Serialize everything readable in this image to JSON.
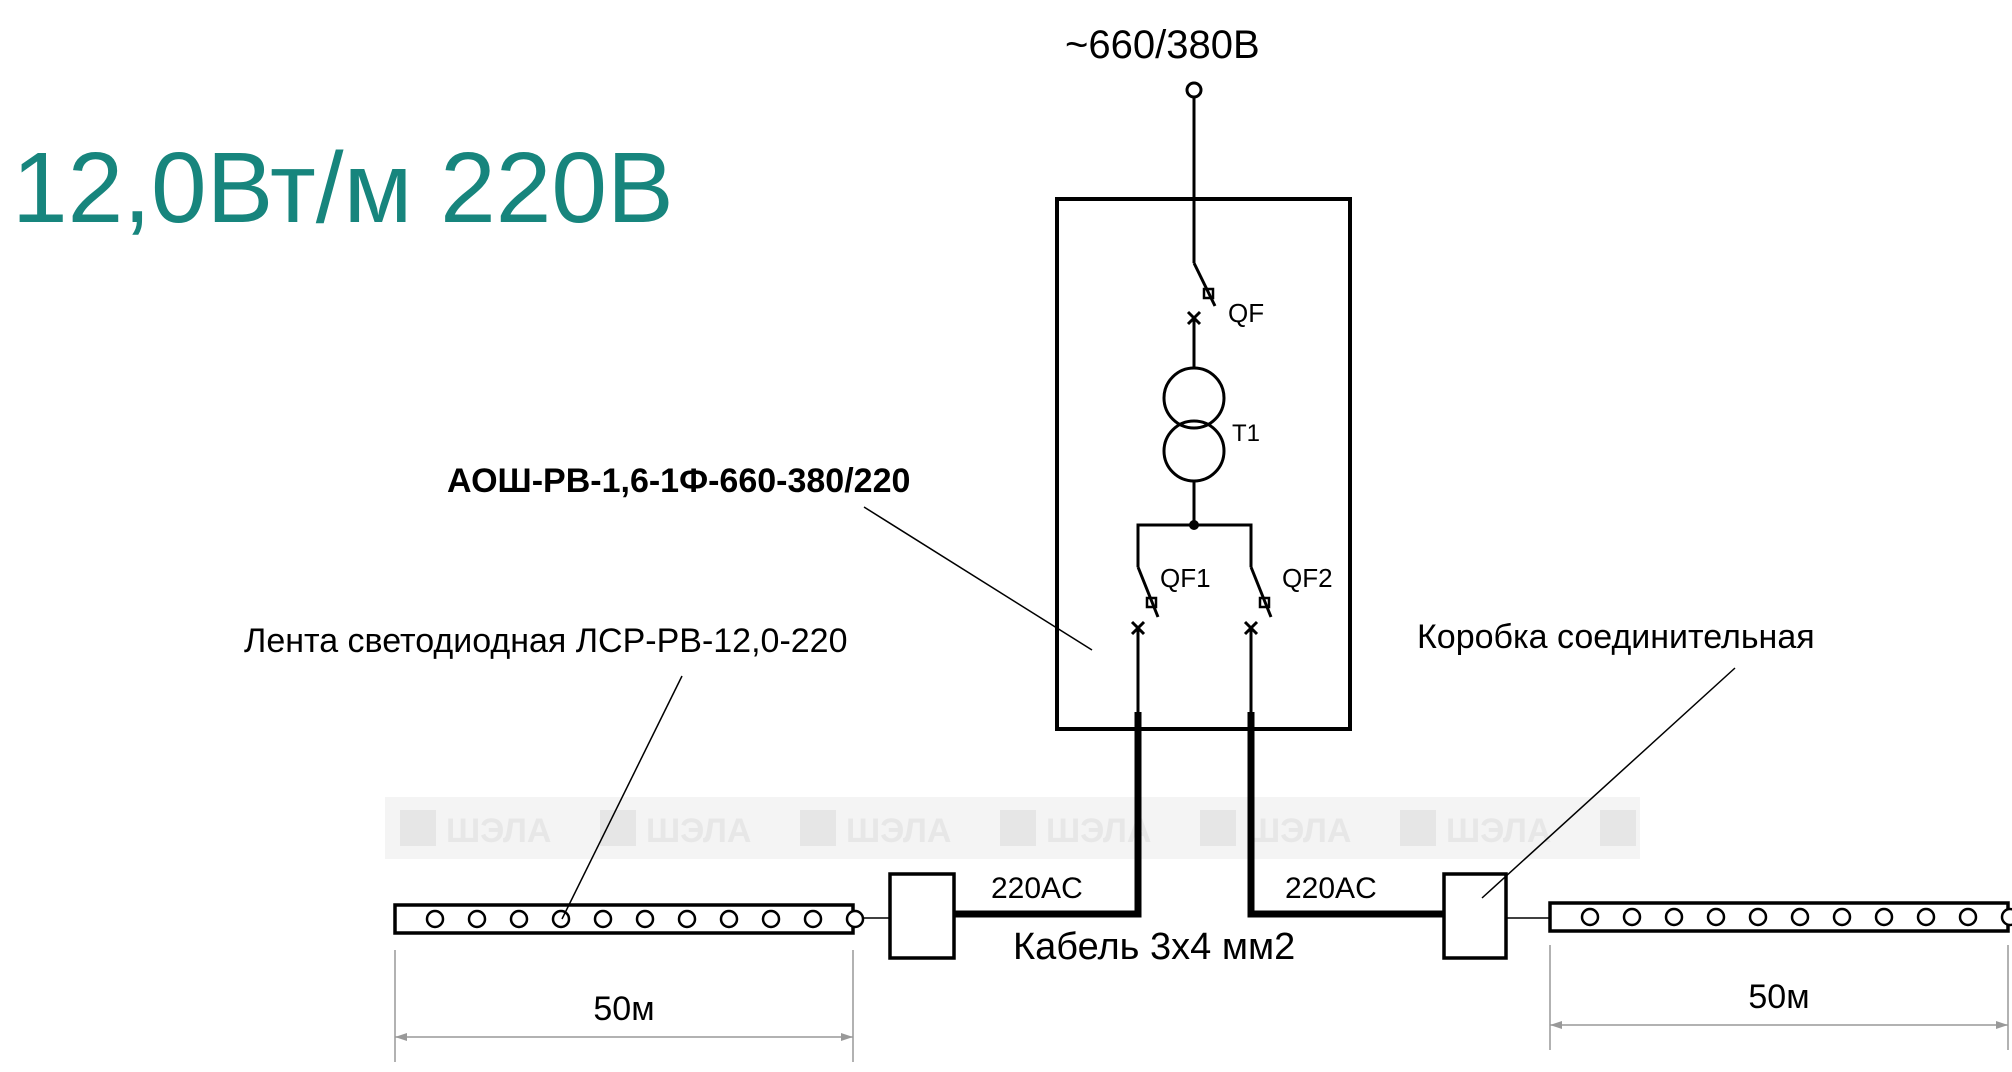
{
  "title": "12,0Вт/м 220В",
  "colors": {
    "title": "#17857d",
    "line": "#000000",
    "watermark": "#e6e6e6",
    "dimension": "#999999"
  },
  "supply": {
    "voltage": "~660/380В"
  },
  "cabinet": {
    "model": "АОШ-РВ-1,6-1Ф-660-380/220",
    "breaker_main": "QF",
    "transformer": "T1",
    "breaker_1": "QF1",
    "breaker_2": "QF2"
  },
  "cable": {
    "label": "Кабель 3х4 мм2",
    "voltage_left": "220AC",
    "voltage_right": "220AC"
  },
  "led_strip": {
    "label": "Лента светодиодная ЛСР-РВ-12,0-220"
  },
  "junction_box": {
    "label": "Коробка соединительная"
  },
  "dimensions": {
    "left": "50м",
    "right": "50м"
  },
  "watermark": {
    "text": "ШЭЛА"
  }
}
